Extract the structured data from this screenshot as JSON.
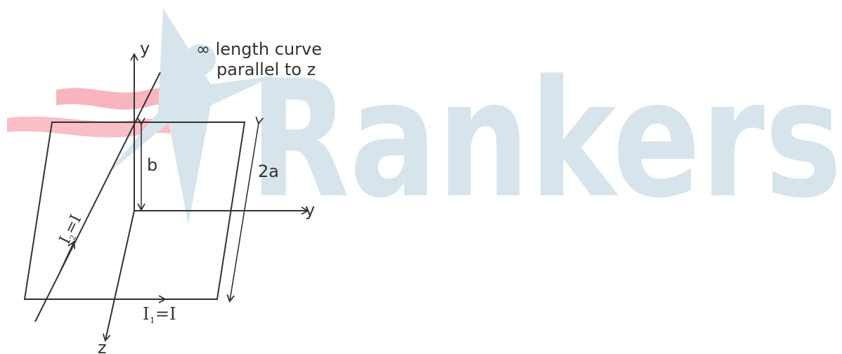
{
  "watermark": {
    "text": "Rankers",
    "color": "#d7e4ec",
    "accent_color": "#f7a8b5"
  },
  "labels": {
    "y_axis_vertical": "y",
    "y_axis_horizontal": "y",
    "z_axis": "z",
    "curve_note_line1": "∞ length curve",
    "curve_note_line2": "parallel to z",
    "b_label": "b",
    "two_a_label": "2a",
    "i1_label": "I",
    "i1_sub": "1",
    "i1_rest": "=I",
    "i2_label": "I",
    "i2_sub": "2",
    "i2_rest": "=I"
  },
  "colors": {
    "stroke": "#333333",
    "background": "#ffffff"
  }
}
